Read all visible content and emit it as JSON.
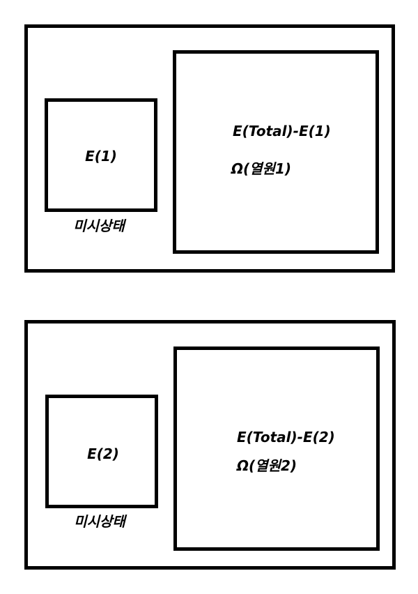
{
  "panels": [
    {
      "small_box": {
        "label": "E(1)",
        "caption": "미시상태"
      },
      "large_box": {
        "energy_label": "E(Total)-E(1)",
        "omega_label": "Ω(열원1)"
      }
    },
    {
      "small_box": {
        "label": "E(2)",
        "caption": "미시상태"
      },
      "large_box": {
        "energy_label": "E(Total)-E(2)",
        "omega_label": "Ω(열원2)"
      }
    }
  ]
}
